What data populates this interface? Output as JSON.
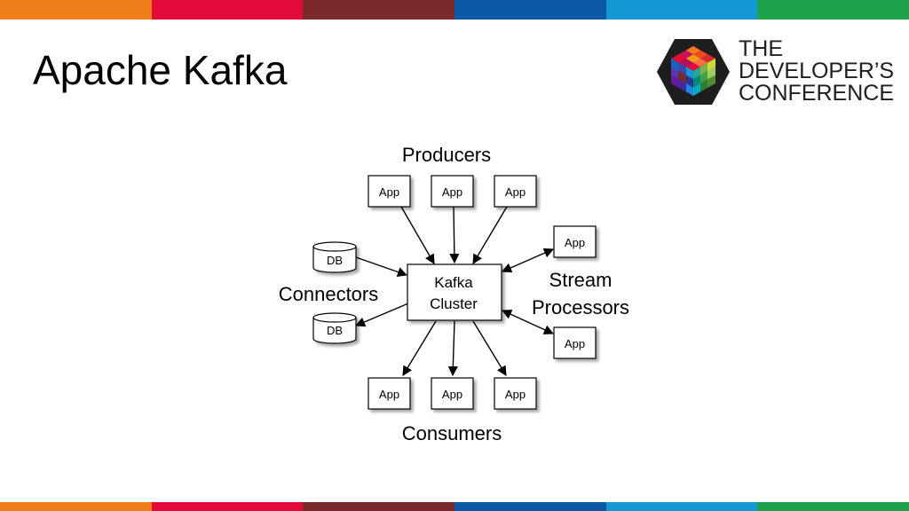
{
  "slide": {
    "title": "Apache Kafka",
    "stripe_colors": [
      "#ee7d1a",
      "#e30a3a",
      "#7b2a2a",
      "#0c5aa5",
      "#1597d5",
      "#1ca24a"
    ]
  },
  "logo": {
    "lines": [
      "THE",
      "DEVELOPER’S",
      "CONFERENCE"
    ]
  },
  "diagram": {
    "center_label": [
      "Kafka",
      "Cluster"
    ],
    "group_labels": {
      "producers": "Producers",
      "consumers": "Consumers",
      "connectors": "Connectors",
      "stream_processors": [
        "Stream",
        "Processors"
      ]
    },
    "app_label": "App",
    "db_label": "DB"
  }
}
